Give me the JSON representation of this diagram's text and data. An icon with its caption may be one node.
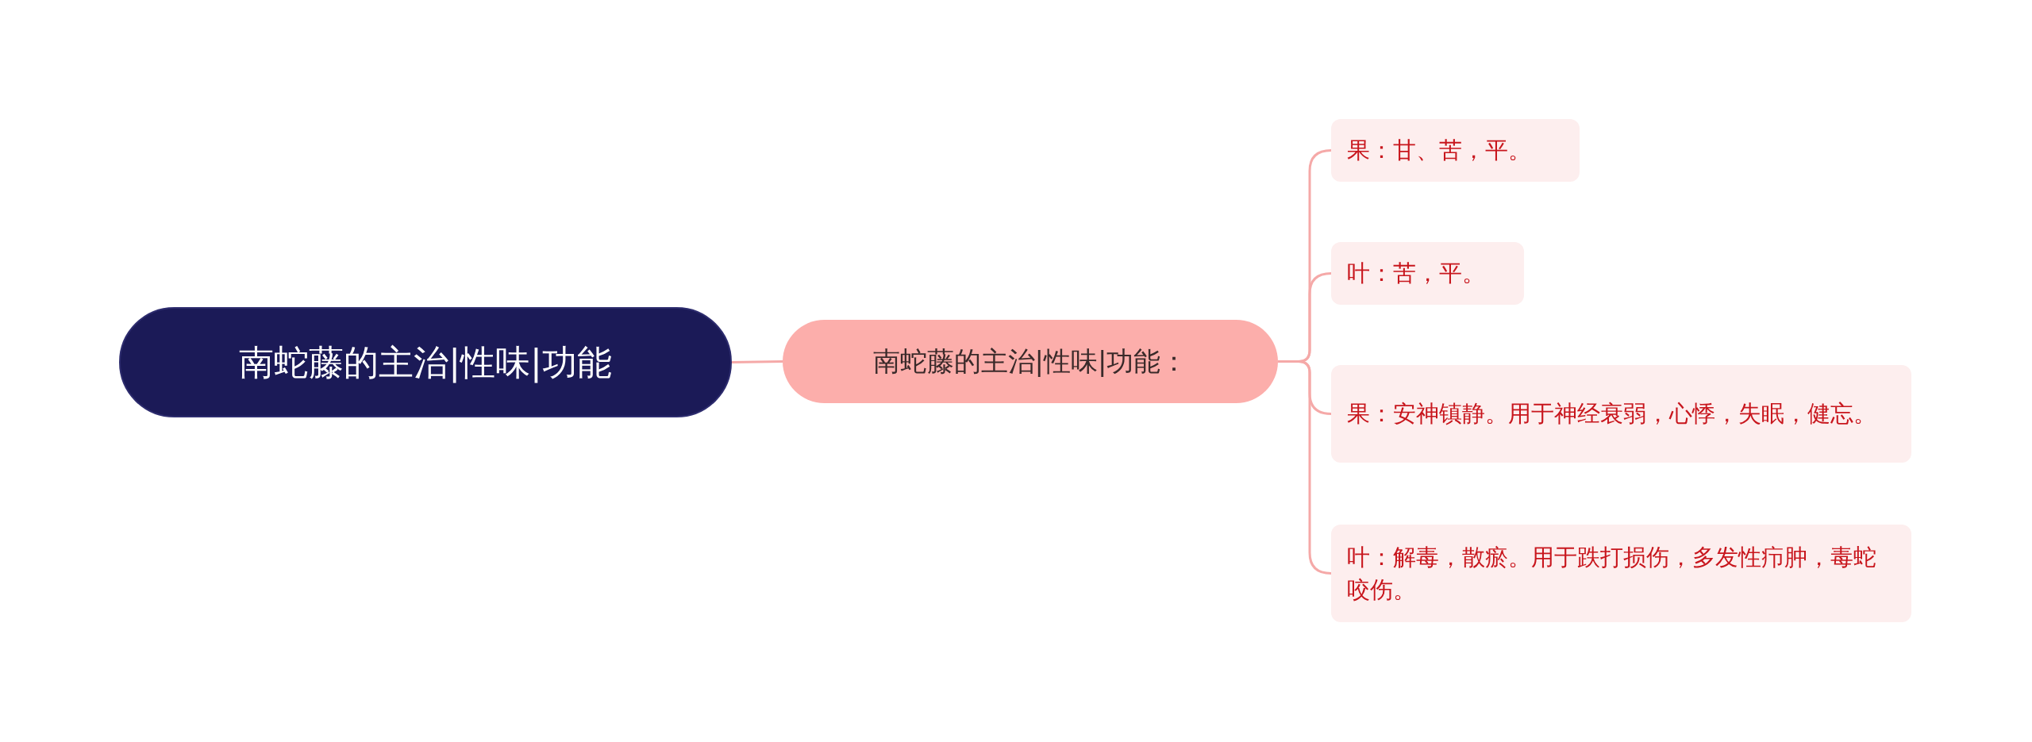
{
  "diagram": {
    "nodes": [
      {
        "text": [
          "南蛇藤的主治|性味|功能"
        ]
      },
      {
        "text": [
          "南蛇藤的主治|性味|功能："
        ]
      },
      {
        "text": [
          "果：甘、苦，平。"
        ]
      },
      {
        "text": [
          "叶：苦，平。"
        ]
      },
      {
        "text": [
          "果：安神镇静。用于神经衰弱，心悸，失眠，健忘。"
        ]
      },
      {
        "text": [
          "叶：解毒，散瘀。用于跌打损伤，多发性疖肿，毒蛇咬伤。"
        ]
      }
    ],
    "edges": [
      {
        "from": 0,
        "to": 1,
        "arrow": "none"
      },
      {
        "from": 1,
        "to": 2,
        "arrow": "none"
      },
      {
        "from": 1,
        "to": 3,
        "arrow": "none"
      },
      {
        "from": 1,
        "to": 4,
        "arrow": "none"
      },
      {
        "from": 1,
        "to": 5,
        "arrow": "none"
      }
    ]
  }
}
